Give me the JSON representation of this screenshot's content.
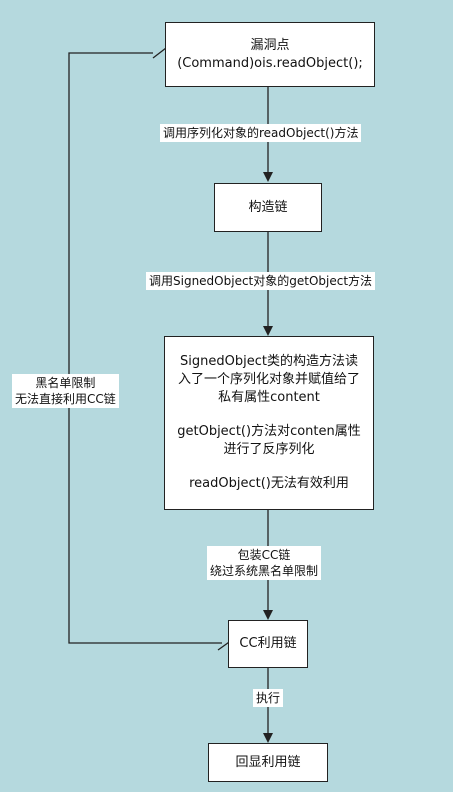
{
  "nodes": {
    "vuln": {
      "line1": "漏洞点",
      "line2": "(Command)ois.readObject();"
    },
    "chain": {
      "text": "构造链"
    },
    "signed": {
      "p1_line1": "SignedObject类的构造方法读",
      "p1_line2": "入了一个序列化对象并赋值给了",
      "p1_line3": "私有属性content",
      "p2_line1": "getObject()方法对conten属性",
      "p2_line2": "进行了反序列化",
      "p3_line1": "readObject()无法有效利用"
    },
    "cc": {
      "text": "CC利用链"
    },
    "echo": {
      "text": "回显利用链"
    }
  },
  "edges": {
    "e1": "调用序列化对象的readObject()方法",
    "e2": "调用SignedObject对象的getObject方法",
    "e3_line1": "包装CC链",
    "e3_line2": "绕过系统黑名单限制",
    "e4": "执行",
    "feedback_line1": "黑名单限制",
    "feedback_line2": "无法直接利用CC链"
  }
}
